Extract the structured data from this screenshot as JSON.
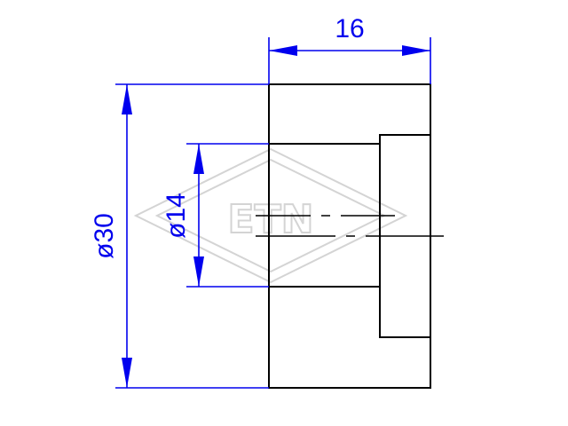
{
  "colors": {
    "dimension": "#0000ee",
    "outline": "#000000",
    "watermark": "#d4d4d4",
    "background": "#ffffff"
  },
  "dimensions": {
    "length": {
      "label": "16",
      "value": 16
    },
    "outer_diameter": {
      "label": "ø30",
      "value": 30
    },
    "inner_diameter": {
      "label": "ø14",
      "value": 14
    }
  },
  "watermark": {
    "text": "ETN"
  }
}
